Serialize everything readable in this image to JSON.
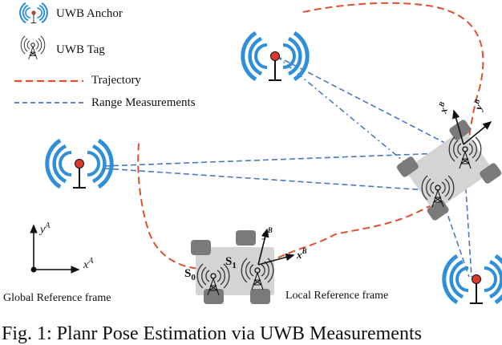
{
  "legend": {
    "anchor_label": "UWB Anchor",
    "tag_label": "UWB Tag",
    "trajectory_label": "Trajectory",
    "range_label": "Range Measurements"
  },
  "frames": {
    "global_label": "Global Reference frame",
    "local_label": "Local Reference frame",
    "global_x": "x",
    "global_y": "y",
    "global_sup": "A",
    "local_x": "x",
    "local_y": "y",
    "local_sup": "B"
  },
  "states": {
    "s0": "S",
    "s0_sub": "0",
    "s1": "S",
    "s1_sub": "1"
  },
  "caption": "Fig. 1: Planr Pose Estimation via UWB Measurements",
  "colors": {
    "anchor_blue": "#2f8fd8",
    "anchor_red": "#d93a2b",
    "trajectory": "#e0502f",
    "range": "#4a78c2",
    "robot_body": "#d4d4d4",
    "wheel": "#7a7a7a"
  },
  "icons": [
    "uwb-anchor-icon",
    "uwb-tag-icon"
  ]
}
